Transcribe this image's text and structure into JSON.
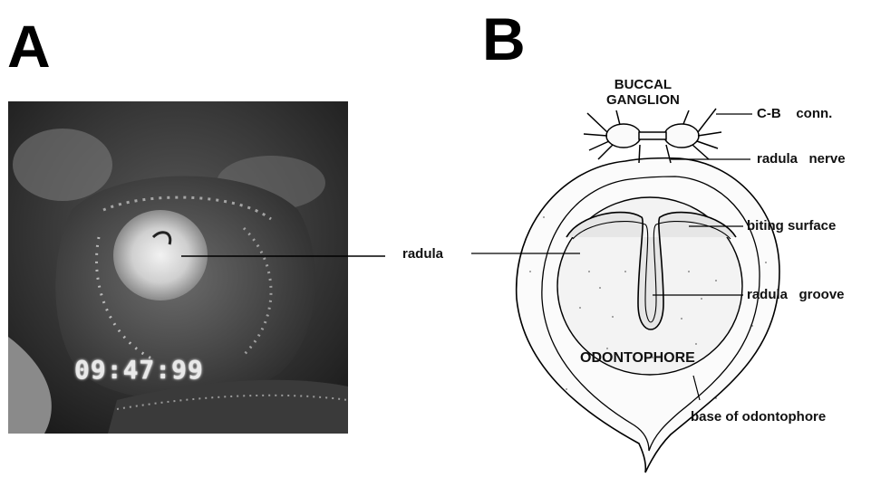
{
  "panels": {
    "a": {
      "letter": "A",
      "timestamp": "09:47:99"
    },
    "b": {
      "letter": "B"
    }
  },
  "labels": {
    "radula": "radula",
    "buccal_ganglion": "BUCCAL\nGANGLION",
    "cb_conn": "C-B    conn.",
    "radula_nerve": "radula   nerve",
    "biting_surface": "biting surface",
    "radula_groove": "radula   groove",
    "odontophore": "ODONTOPHORE",
    "base_of_odontophore": "base of odontophore"
  }
}
